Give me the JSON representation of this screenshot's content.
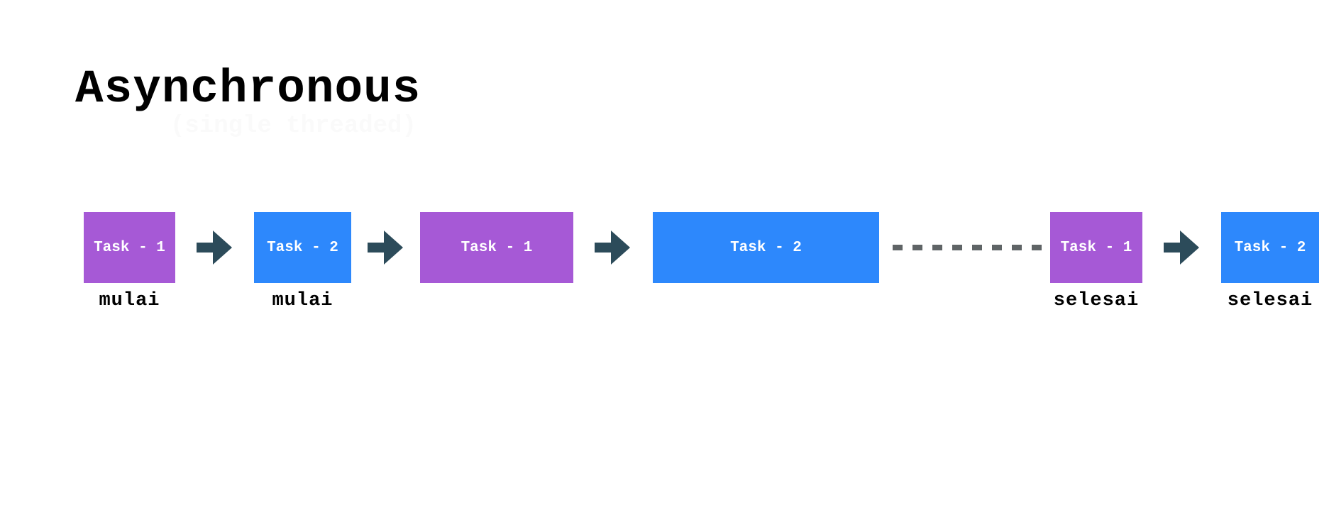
{
  "title": "Asynchronous",
  "subtitle": "(single threaded)",
  "colors": {
    "task1": "#a659d6",
    "task2": "#2d88fc",
    "arrow": "#2c4b5a",
    "dots": "#5f6466"
  },
  "tasks": [
    {
      "label": "Task - 1",
      "color": "task1"
    },
    {
      "label": "Task - 2",
      "color": "task2"
    },
    {
      "label": "Task - 1",
      "color": "task1"
    },
    {
      "label": "Task - 2",
      "color": "task2"
    },
    {
      "label": "Task - 1",
      "color": "task1"
    },
    {
      "label": "Task - 2",
      "color": "task2"
    }
  ],
  "status_labels": [
    "mulai",
    "mulai",
    "selesai",
    "selesai"
  ],
  "icons": {
    "arrow": "arrow-right-icon",
    "dots": "dashed-line"
  }
}
